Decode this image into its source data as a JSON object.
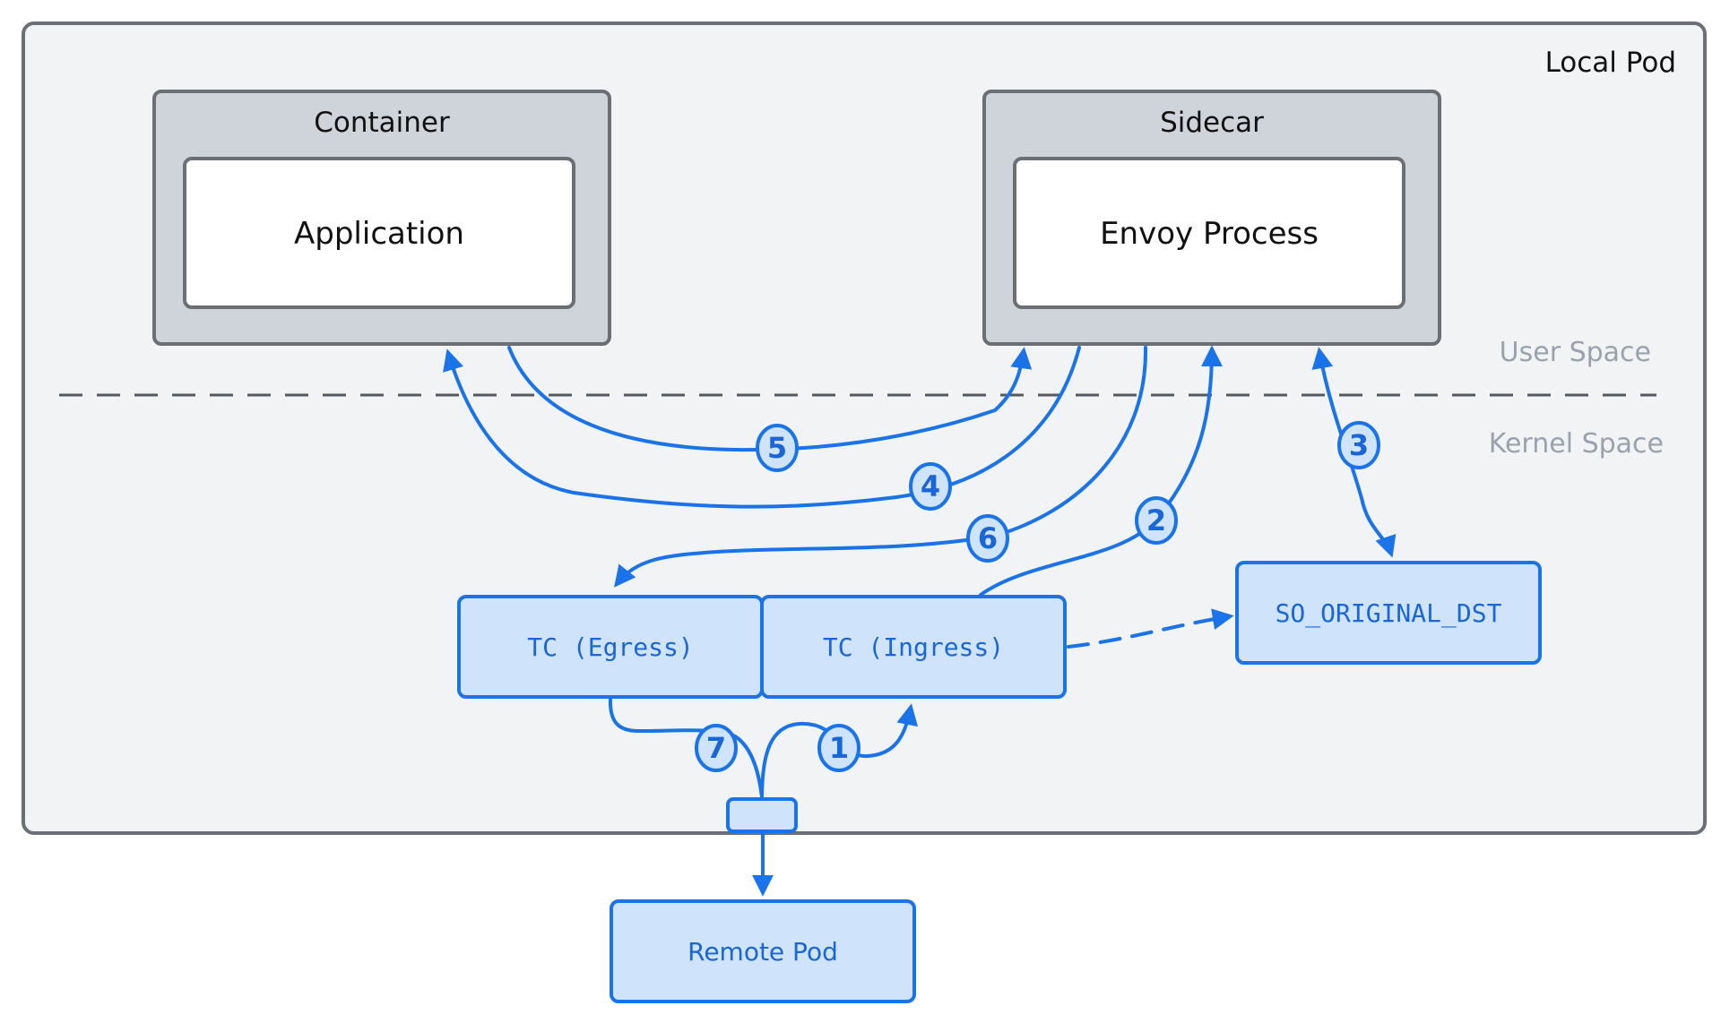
{
  "local_pod": {
    "label": "Local Pod",
    "user_space_label": "User Space",
    "kernel_space_label": "Kernel Space"
  },
  "container": {
    "title": "Container",
    "inner_label": "Application"
  },
  "sidecar": {
    "title": "Sidecar",
    "inner_label": "Envoy Process"
  },
  "tc_egress": {
    "label": "TC (Egress)"
  },
  "tc_ingress": {
    "label": "TC (Ingress)"
  },
  "so_original_dst": {
    "label": "SO_ORIGINAL_DST"
  },
  "remote_pod": {
    "label": "Remote Pod"
  },
  "steps": [
    "1",
    "2",
    "3",
    "4",
    "5",
    "6",
    "7"
  ],
  "colors": {
    "pod_bg": "#f1f3f5",
    "pod_border": "#6b6f75",
    "container_bg": "#ced4da",
    "container_border": "#6b6f75",
    "kernel_box_bg": "#cfe3fb",
    "flow": "#1a73e8",
    "gray_text": "#9aa3ad"
  }
}
